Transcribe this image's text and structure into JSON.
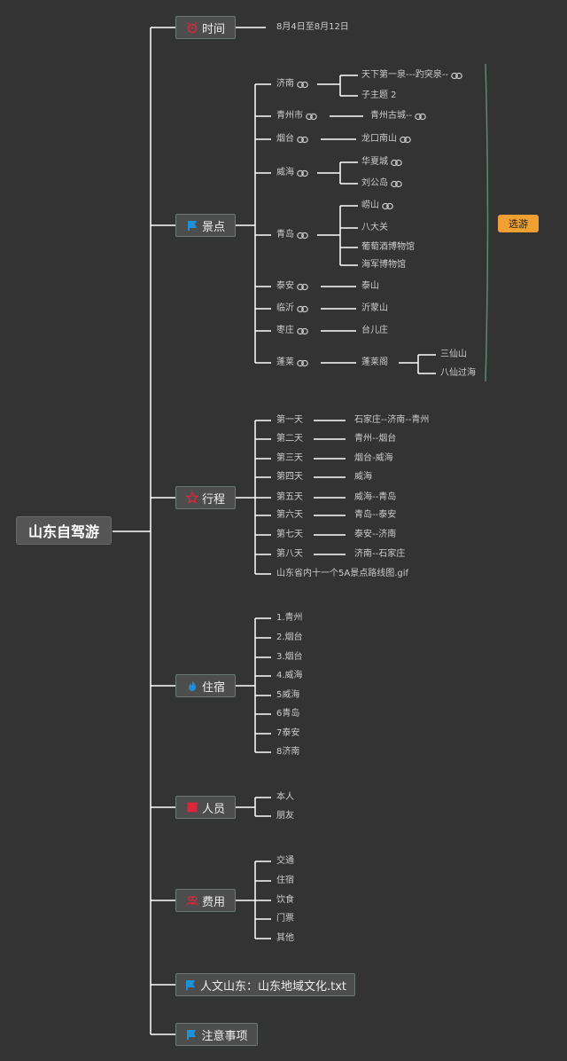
{
  "root": "山东自驾游",
  "categories": {
    "time": "时间",
    "spots": "景点",
    "itinerary": "行程",
    "lodging": "住宿",
    "people": "人员",
    "cost": "费用",
    "culture": "人文山东：山东地域文化.txt",
    "notes": "注意事项"
  },
  "time_value": "8月4日至8月12日",
  "spots": {
    "cities": [
      "济南",
      "青州市",
      "烟台",
      "威海",
      "青岛",
      "泰安",
      "临沂",
      "枣庄",
      "蓬莱"
    ],
    "jinan": [
      "天下第一泉---趵突泉--",
      "子主题 2"
    ],
    "qingzhou": "青州古城--",
    "yantai": "龙口南山",
    "weihai": [
      "华夏城",
      "刘公岛"
    ],
    "qingdao": [
      "崂山",
      "八大关",
      "葡萄酒博物馆",
      "海军博物馆"
    ],
    "taian": "泰山",
    "linyi": "沂蒙山",
    "zaozhuang": "台儿庄",
    "penglai": "蓬莱阁",
    "penglai_sub": [
      "三仙山",
      "八仙过海"
    ],
    "tag": "选游"
  },
  "itinerary": {
    "days": [
      "第一天",
      "第二天",
      "第三天",
      "第四天",
      "第五天",
      "第六天",
      "第七天",
      "第八天"
    ],
    "routes": [
      "石家庄--济南--青州",
      "青州--烟台",
      "烟台-威海",
      "威海",
      "威海--青岛",
      "青岛--泰安",
      "泰安--济南",
      "济南--石家庄"
    ],
    "file": "山东省内十一个5A景点路线图.gif"
  },
  "lodging": [
    "1.青州",
    "2.烟台",
    "3.烟台",
    "4.威海",
    "5威海",
    "6青岛",
    "7泰安",
    "8济南"
  ],
  "people": [
    "本人",
    "朋友"
  ],
  "cost": [
    "交通",
    "住宿",
    "饮食",
    "门票",
    "其他"
  ],
  "colors": {
    "background": "#333333",
    "line": "#ffffff",
    "tag": "#f0a030",
    "flag": "#1e90d8",
    "red": "#d8283a",
    "arc": "#5a8a72"
  },
  "icons": {
    "time": "alarm-icon",
    "spots": "flag-icon",
    "itinerary": "star-icon",
    "lodging": "flame-icon",
    "people": "red-square-icon",
    "cost": "user-group-icon",
    "link": "link-icon"
  }
}
